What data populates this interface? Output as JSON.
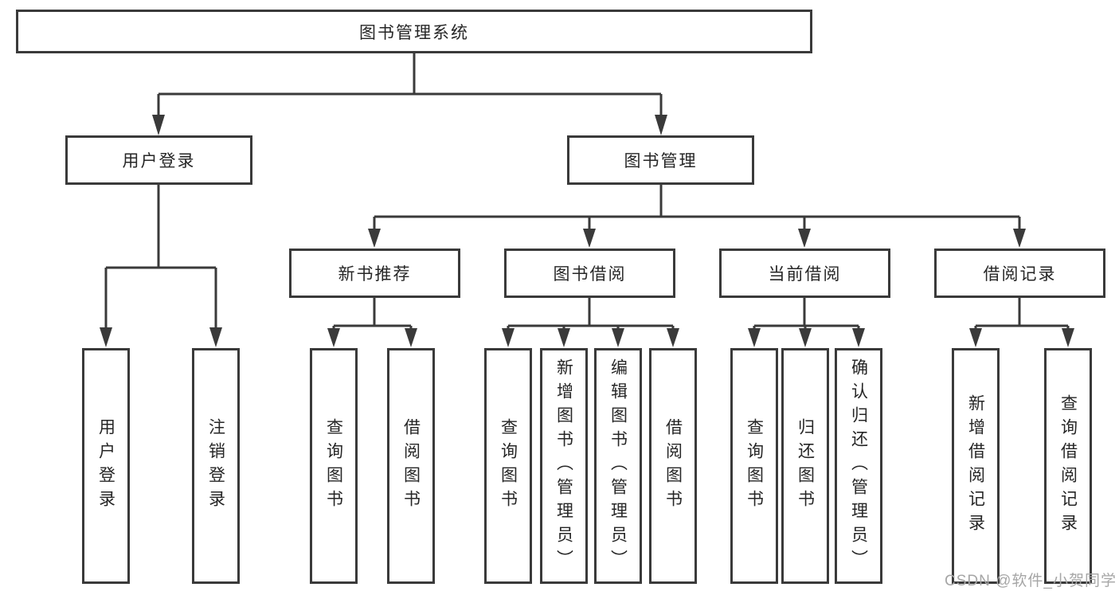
{
  "diagram": {
    "root": {
      "label": "图书管理系统"
    },
    "level2": [
      {
        "label": "用户登录",
        "children": [
          {
            "label": "用户登录"
          },
          {
            "label": "注销登录"
          }
        ]
      },
      {
        "label": "图书管理",
        "children": [
          {
            "label": "新书推荐",
            "children": [
              {
                "label": "查询图书"
              },
              {
                "label": "借阅图书"
              }
            ]
          },
          {
            "label": "图书借阅",
            "children": [
              {
                "label": "查询图书"
              },
              {
                "label": "新增图书（管理员）"
              },
              {
                "label": "编辑图书（管理员）"
              },
              {
                "label": "借阅图书"
              }
            ]
          },
          {
            "label": "当前借阅",
            "children": [
              {
                "label": "查询图书"
              },
              {
                "label": "归还图书"
              },
              {
                "label": "确认归还（管理员）"
              }
            ]
          },
          {
            "label": "借阅记录",
            "children": [
              {
                "label": "新增借阅记录"
              },
              {
                "label": "查询借阅记录"
              }
            ]
          }
        ]
      }
    ]
  },
  "watermark": {
    "text": "CSDN @软件_小贺同学"
  },
  "colors": {
    "line": "#3a3a3a",
    "border": "#3a3a3a",
    "text": "#262626",
    "watermark": "#a6a6a6",
    "background": "#ffffff"
  }
}
